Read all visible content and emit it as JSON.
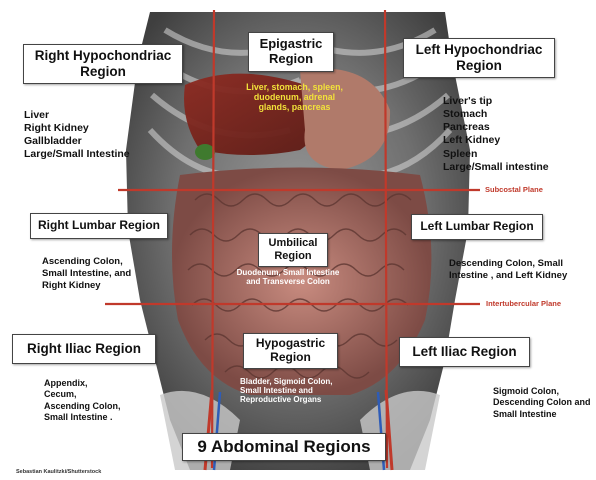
{
  "title": "9 Abdominal Regions",
  "credit": "Sebastian Kaulitzki/Shutterstock",
  "colors": {
    "plane_lines": "#c0392b",
    "organ_text_highlight": "#f2e23a",
    "organ_text_light": "#ffffff"
  },
  "planes": {
    "subcostal": "Subcostal Plane",
    "intertubercular": "Intertubercular Plane"
  },
  "regions": {
    "right_hypochondriac": {
      "label_line1": "Right Hypochondriac",
      "label_line2": "Region",
      "organs": "Liver\nRight Kidney\nGallbladder\nLarge/Small Intestine"
    },
    "epigastric": {
      "label_line1": "Epigastric",
      "label_line2": "Region",
      "organs": "Liver, stomach, spleen,\nduodenum, adrenal\nglands, pancreas"
    },
    "left_hypochondriac": {
      "label_line1": "Left Hypochondriac",
      "label_line2": "Region",
      "organs": "Liver's tip\nStomach\nPancreas\nLeft Kidney\nSpleen\nLarge/Small intestine"
    },
    "right_lumbar": {
      "label": "Right Lumbar Region",
      "organs": "Ascending Colon,\nSmall Intestine, and\nRight Kidney"
    },
    "umbilical": {
      "label_line1": "Umbilical",
      "label_line2": "Region",
      "organs": "Duodenum, Small Intestine\nand Transverse Colon"
    },
    "left_lumbar": {
      "label": "Left Lumbar Region",
      "organs": "Descending Colon, Small\nIntestine , and Left Kidney"
    },
    "right_iliac": {
      "label": "Right Iliac Region",
      "organs": "Appendix,\nCecum,\nAscending Colon,\nSmall Intestine ."
    },
    "hypogastric": {
      "label_line1": "Hypogastric",
      "label_line2": "Region",
      "organs": "Bladder, Sigmoid Colon,\nSmall Intestine   and\nReproductive Organs"
    },
    "left_iliac": {
      "label": "Left Iliac Region",
      "organs": "Sigmoid Colon,\nDescending Colon and\nSmall Intestine"
    }
  }
}
